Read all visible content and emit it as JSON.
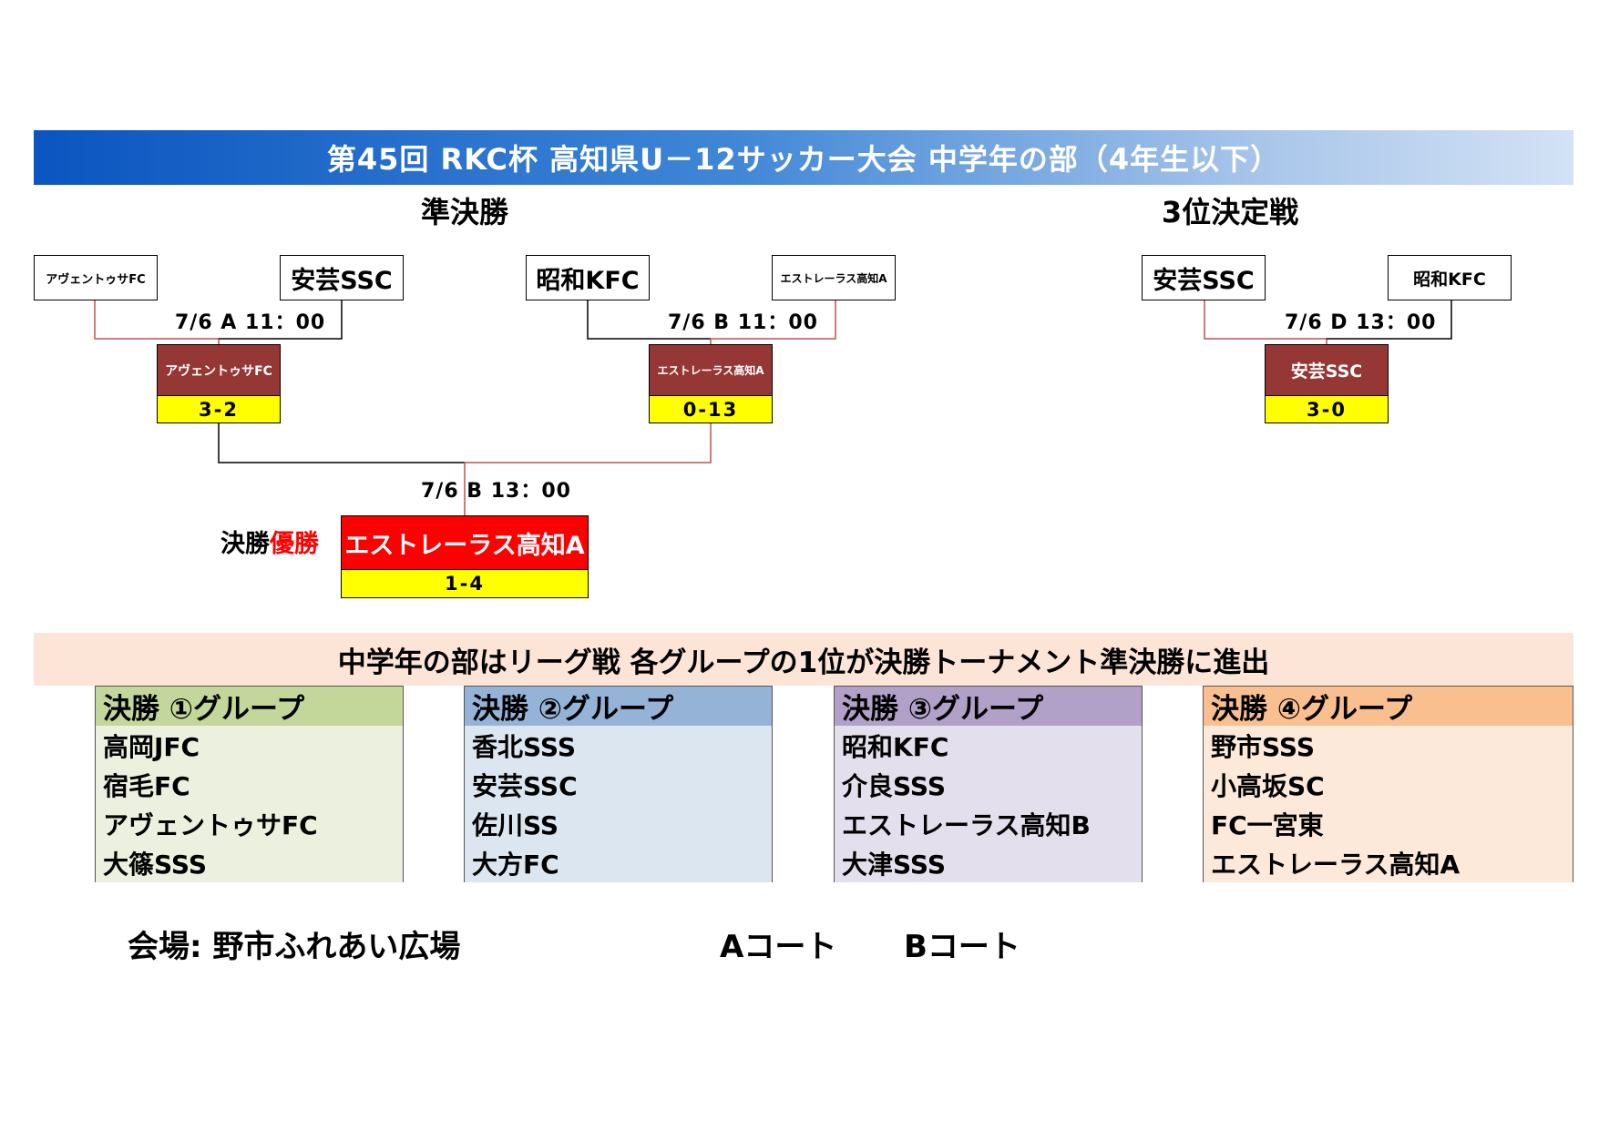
{
  "title": "第45回 RKC杯 高知県U－12サッカー大会 中学年の部（4年生以下）",
  "semifinal": {
    "heading": "準決勝",
    "matches": [
      {
        "team1": "アヴェントゥサFC",
        "team2": "安芸SSC",
        "schedule": "7/6 A 11：00",
        "winner": "アヴェントゥサFC",
        "score": "3-2"
      },
      {
        "team1": "昭和KFC",
        "team2": "エストレーラス高知A",
        "schedule": "7/6 B 11：00",
        "winner": "エストレーラス高知A",
        "score": "0-13"
      }
    ]
  },
  "final": {
    "schedule": "7/6 B 13：00",
    "label": "決勝",
    "champion_label": "優勝",
    "winner": "エストレーラス高知A",
    "score": "1-4"
  },
  "third_place": {
    "heading": "3位決定戦",
    "team1": "安芸SSC",
    "team2": "昭和KFC",
    "schedule": "7/6 D 13：00",
    "winner": "安芸SSC",
    "score": "3-0"
  },
  "league_info": "中学年の部はリーグ戦 各グループの1位が決勝トーナメント準決勝に進出",
  "groups": [
    {
      "title": "決勝 ①グループ",
      "teams": [
        "高岡JFC",
        "宿毛FC",
        "アヴェントゥサFC",
        "大篠SSS"
      ],
      "header_color": "#c4d79b",
      "body_color": "#ebf1de"
    },
    {
      "title": "決勝 ②グループ",
      "teams": [
        "香北SSS",
        "安芸SSC",
        "佐川SS",
        "大方FC"
      ],
      "header_color": "#95b3d7",
      "body_color": "#dce6f1"
    },
    {
      "title": "決勝 ③グループ",
      "teams": [
        "昭和KFC",
        "介良SSS",
        "エストレーラス高知B",
        "大津SSS"
      ],
      "header_color": "#b1a0c7",
      "body_color": "#e4dfec"
    },
    {
      "title": "決勝 ④グループ",
      "teams": [
        "野市SSS",
        "小高坂SC",
        "FC一宮東",
        "エストレーラス高知A"
      ],
      "header_color": "#fabf8f",
      "body_color": "#fde9d9"
    }
  ],
  "venue": {
    "label": "会場: 野市ふれあい広場",
    "court_a": "Aコート",
    "court_b": "Bコート"
  },
  "colors": {
    "winner_box": "#953735",
    "score_box": "#ffff00",
    "final_box": "#ff0000",
    "win_line": "#c0504d",
    "lose_line": "#000000"
  }
}
